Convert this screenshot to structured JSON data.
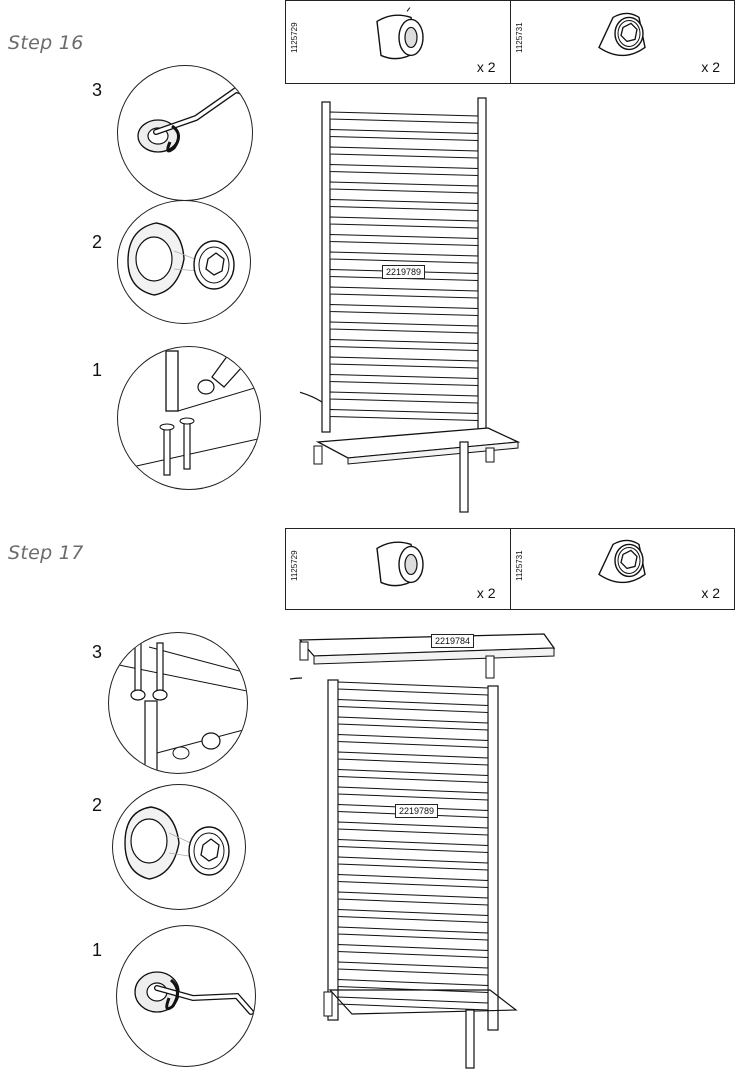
{
  "steps": [
    {
      "title": "Step 16",
      "parts": [
        {
          "code": "1125729",
          "qty": "x 2",
          "icon": "cap-nut-icon"
        },
        {
          "code": "1125731",
          "qty": "x 2",
          "icon": "hex-plug-icon"
        }
      ],
      "details": [
        {
          "number": "3",
          "icon": "allen-key-icon"
        },
        {
          "number": "2",
          "icon": "cap-and-plug-icon"
        },
        {
          "number": "1",
          "icon": "bolt-insertion-icon"
        }
      ],
      "frame_label": "2219789"
    },
    {
      "title": "Step 17",
      "parts": [
        {
          "code": "1125729",
          "qty": "x 2",
          "icon": "cap-nut-icon"
        },
        {
          "code": "1125731",
          "qty": "x 2",
          "icon": "hex-plug-icon"
        }
      ],
      "details": [
        {
          "number": "3",
          "icon": "bolt-insertion-icon"
        },
        {
          "number": "2",
          "icon": "cap-and-plug-icon"
        },
        {
          "number": "1",
          "icon": "allen-key-icon"
        }
      ],
      "frame_label": "2219789",
      "top_label": "2219784"
    }
  ]
}
